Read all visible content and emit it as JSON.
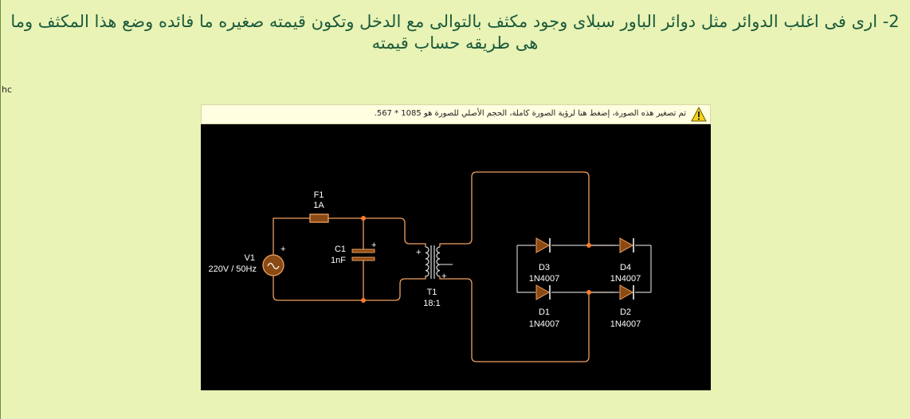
{
  "question": {
    "text": "2- ارى فى اغلب الدوائر مثل دوائر الباور سبلاى وجود مكثف بالتوالى مع الدخل وتكون قيمته صغيره ما فائده وضع هذا المكثف وما هى طريقه حساب قيمته"
  },
  "user_tag": "hc",
  "image_notice": {
    "text": "تم تصغير هذه الصورة، إضغط هنا لرؤية الصورة كاملة، الحجم الأصلي للصورة هو 1085 * 567.",
    "icon": "warning-icon"
  },
  "circuit": {
    "source": {
      "name": "V1",
      "value": "220V / 50Hz",
      "plus": "+"
    },
    "fuse": {
      "name": "F1",
      "value": "1A"
    },
    "capacitor": {
      "name": "C1",
      "value": "1nF",
      "plus": "+"
    },
    "transformer": {
      "name": "T1",
      "ratio": "18:1",
      "plus_primary": "+",
      "plus_secondary": "+"
    },
    "diodes": [
      {
        "name": "D3",
        "part": "1N4007"
      },
      {
        "name": "D4",
        "part": "1N4007"
      },
      {
        "name": "D1",
        "part": "1N4007"
      },
      {
        "name": "D2",
        "part": "1N4007"
      }
    ],
    "colors": {
      "wire": "#f0a060",
      "node": "#ff7a2a",
      "component": "#8a4a14",
      "background": "#000000"
    }
  }
}
